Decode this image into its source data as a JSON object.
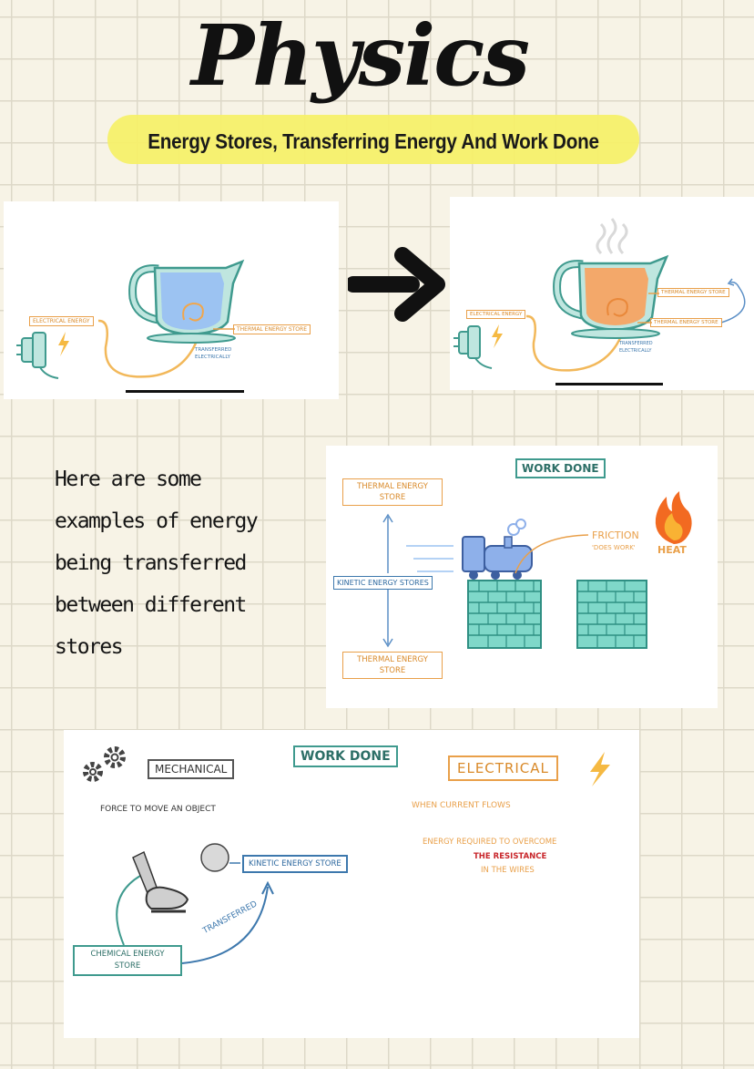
{
  "header": {
    "title": "Physics",
    "subtitle": "Energy Stores, Transferring Energy And Work Done"
  },
  "intro": {
    "text": "Here are some examples of energy being transferred between different stores"
  },
  "kettle_before": {
    "electrical_label": "Electrical Energy",
    "thermal_label": "Thermal Energy Store",
    "transferred_label": "Transferred Electrically"
  },
  "kettle_after": {
    "thermal_label_top": "Thermal Energy Store",
    "electrical_label": "Electrical Energy",
    "thermal_label": "Thermal Energy Store",
    "transferred_label": "Transferred Electrically"
  },
  "train_card": {
    "title": "Work Done",
    "thermal_top": "Thermal Energy Store",
    "kinetic": "Kinetic Energy Stores",
    "thermal_bottom": "Thermal Energy Store",
    "friction": "Friction",
    "does_work": "'Does work'",
    "heat": "Heat"
  },
  "work_card": {
    "mechanical": "Mechanical",
    "work_done": "Work Done",
    "electrical": "Electrical",
    "force_note": "Force to move an object",
    "current_note": "When current flows",
    "kinetic_store": "Kinetic Energy Store",
    "chemical_store": "Chemical Energy Store",
    "transferred": "Transferred",
    "resistance_line1": "Energy required to overcome",
    "resistance_line2": "the resistance",
    "resistance_line3": "in the wires"
  },
  "colors": {
    "grid_line": "#ddd8c8",
    "highlight": "#f6f06a",
    "teal": "#3f9a8e",
    "orange": "#e9a04a",
    "water_cold": "#9cc3f2",
    "water_hot": "#f3a86a",
    "red_text": "#c8262b"
  }
}
